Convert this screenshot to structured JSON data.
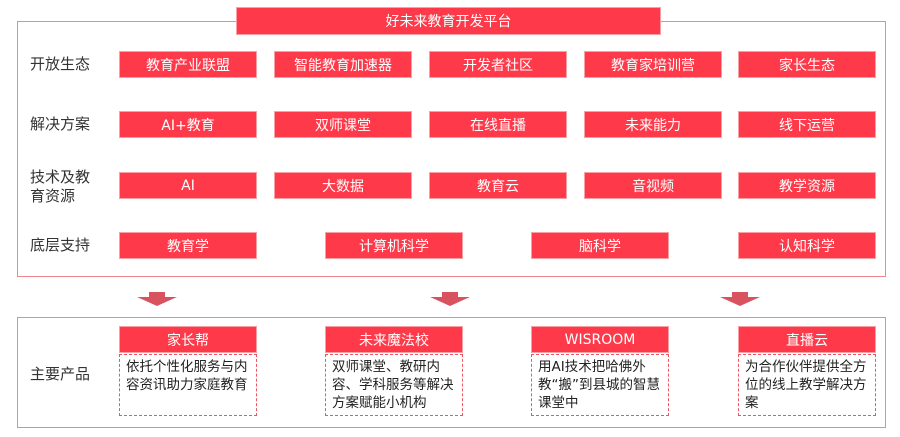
{
  "title": "好未来教育开发平台",
  "rows": [
    {
      "label": "开放生态",
      "items": [
        "教育产业联盟",
        "智能教育加速器",
        "开发者社区",
        "教育家培训营",
        "家长生态"
      ]
    },
    {
      "label": "解决方案",
      "items": [
        "AI+教育",
        "双师课堂",
        "在线直播",
        "未来能力",
        "线下运营"
      ]
    },
    {
      "label": "技术及教育资源",
      "items": [
        "AI",
        "大数据",
        "教育云",
        "音视频",
        "教学资源"
      ]
    },
    {
      "label": "底层支持",
      "items": [
        "教育学",
        "计算机科学",
        "脑科学",
        "认知科学"
      ]
    }
  ],
  "products": {
    "label": "主要产品",
    "items": [
      {
        "name": "家长帮",
        "desc": "依托个性化服务与内容资讯助力家庭教育"
      },
      {
        "name": "未来魔法校",
        "desc": "双师课堂、教研内容、学科服务等解决方案赋能小机构"
      },
      {
        "name": "WISROOM",
        "desc": "用AI技术把哈佛外教“搬”到县城的智慧课堂中"
      },
      {
        "name": "直播云",
        "desc": "为合作伙伴提供全方位的线上教学解决方案"
      }
    ]
  },
  "colors": {
    "accent": "#fe3a4a",
    "border": "#f2868e",
    "arrow": "#d9535f"
  }
}
